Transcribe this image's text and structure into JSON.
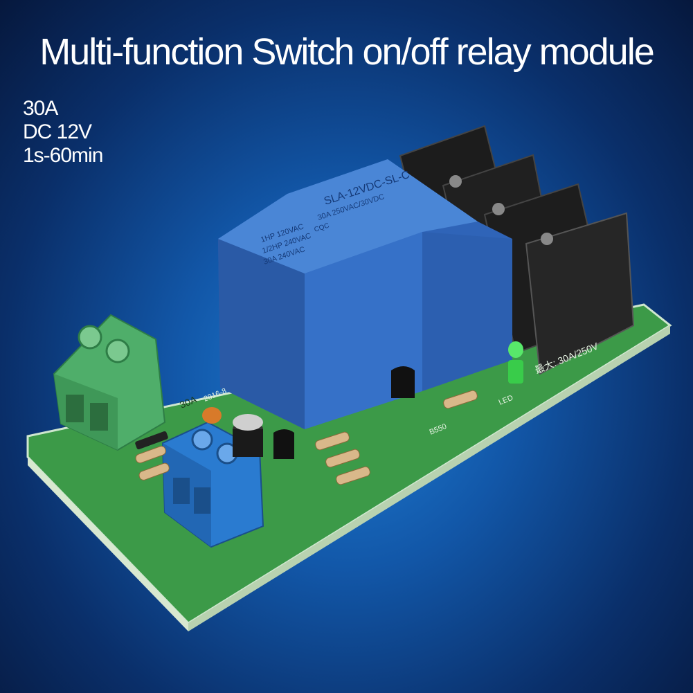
{
  "title": "Multi-function Switch on/off relay module",
  "specs": [
    "30A",
    "DC 12V",
    "1s-60min"
  ],
  "relay_text": {
    "model": "SLA-12VDC-SL-C",
    "rating1": "30A  250VAC/30VDC",
    "rating2": "1HP 120VAC",
    "rating3": "1/2HP 240VAC",
    "rating4": "30A 240VAC",
    "cqc": "CQC"
  },
  "board_text": {
    "max_rating": "最大: 30A/250V",
    "led": "LED",
    "transistor": "B550",
    "model_code": "30A",
    "date": "2016-8"
  },
  "colors": {
    "background": "#1257a8",
    "pcb": "#2f8a3a",
    "relay": "#2f64b8",
    "terminal_green": "#4fae6a",
    "terminal_blue": "#2a7bd0",
    "terminal_black": "#1b1b1b"
  }
}
